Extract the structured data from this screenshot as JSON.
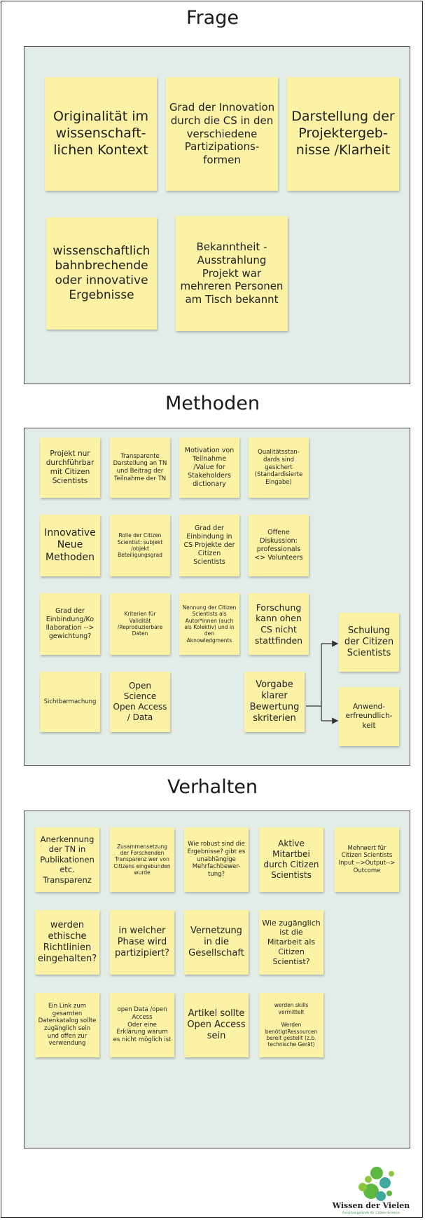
{
  "sections": {
    "frage": {
      "title": "Frage",
      "notes": [
        "Originalität im wissenschaft-lichen Kontext",
        "Grad der Innovation durch die CS in den verschiedene Partizipations-formen",
        "Darstellung der Projektergeb-nisse /Klarheit",
        "wissenschaftlich bahnbrechende oder innovative Ergebnisse",
        "Bekanntheit - Ausstrahlung Projekt war mehreren Personen am Tisch bekannt"
      ]
    },
    "methoden": {
      "title": "Methoden",
      "notes": [
        "Projekt nur durchführbar mit Citizen Scientists",
        "Transparente Darstellung an TN und Beitrag der Teilnahme der TN",
        "Motivation von Teilnahme /Value for Stakeholders dictionary",
        "Qualitätsstan-dards sind gesichert (Standardisierte Eingabe)",
        "Innovative Neue Methoden",
        "Rolle der Citizen Scientist: subjekt /objekt Beteiligungsgrad",
        "Grad der Einbindung in CS Projekte der Citizen Scientists",
        "Offene Diskussion: professionals <> Volunteers",
        "Grad der Einbindung/Ko llaboration --> gewichtung?",
        "Kriterien für Validität /Reproduzierbare Daten",
        "Nennung der Citizen Scientists als Autor*innen (auch als Kolektiv) und in den Aknowledgments",
        "Forschung kann ohen CS nicht stattfinden",
        "Schulung der Citizen Scientists",
        "Sichtbarmachung",
        "Open Science Open Access / Data",
        "Vorgabe klarer Bewertung skriterien",
        "Anwend-erfreundlich-keit"
      ]
    },
    "verhalten": {
      "title": "Verhalten",
      "notes": [
        "Anerkennung der TN in Publikationen etc. Transparenz",
        "Zusammensetzung der Forschenden Transparenz wer von Citizens eingebunden wurde",
        "Wie robust sind die Ergebnisse? gibt es unabhängige Mehrfachbewer-tung?",
        "Aktive Mitartbei durch Citizen Scientists",
        "Mehrwert für Citizen Scientists Input -->Output--> Outcome",
        "werden ethische Richtlinien eingehalten?",
        "in welcher Phase wird partizipiert?",
        "Vernetzung in die Gesellschaft",
        "Wie zugänglich ist die Mitarbeit als Citizen Scientist?",
        "Ein Link zum gesamten Datenkatalog sollte zugänglich sein und offen zur verwendung",
        "open Data /open Access\nOder eine Erklärung warum es nicht möglich ist",
        "Artikel sollte Open Access sein",
        "werden skills vermittelt\n\nWerden benötigtRessourcen bereit gestellt (z.b. technische Gerät)"
      ]
    }
  },
  "logo": {
    "name": "Wissen der Vielen",
    "tagline": "Forschungsfonds für Citizen Science"
  },
  "colors": {
    "board": "#e3ede8",
    "note": "#fbf2a6",
    "logo_green": "#5db840",
    "logo_teal": "#3fa9a0"
  }
}
